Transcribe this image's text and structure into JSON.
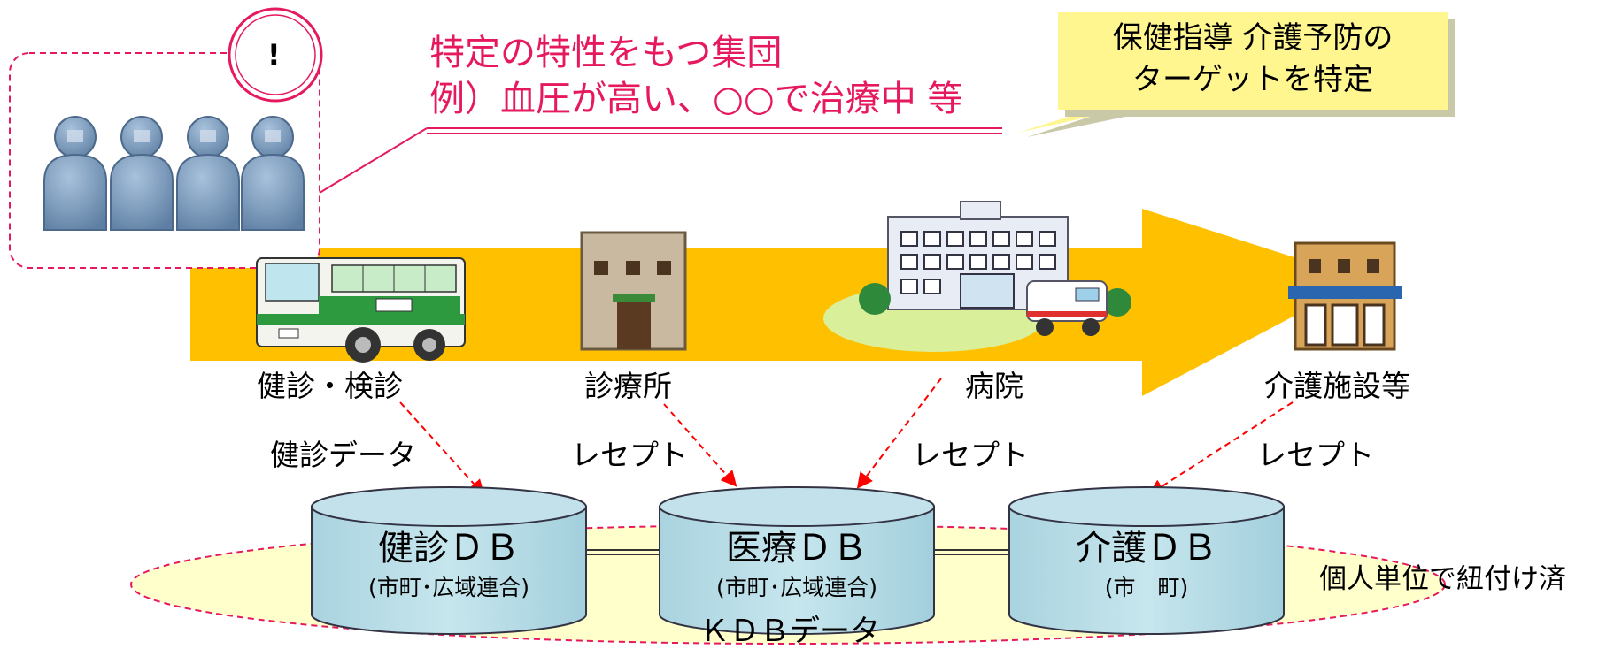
{
  "callout": {
    "exclaim": "!",
    "line1": "特定の特性をもつ集団",
    "line2": "例）血圧が高い、○○で治療中 等"
  },
  "sticky_note": {
    "line1": "保健指導 介護予防の",
    "line2": "ターゲットを特定"
  },
  "facilities": [
    {
      "label": "健診・検診",
      "icon": "health-checkup-bus-icon"
    },
    {
      "label": "診療所",
      "icon": "clinic-building-icon"
    },
    {
      "label": "病院",
      "icon": "hospital-icon"
    },
    {
      "label": "介護施設等",
      "icon": "care-facility-icon"
    }
  ],
  "flows": [
    {
      "label": "健診データ"
    },
    {
      "label": "レセプト"
    },
    {
      "label": "レセプト"
    },
    {
      "label": "レセプト"
    }
  ],
  "databases": [
    {
      "title": "健診ＤＢ",
      "sub": "(市町･広域連合)"
    },
    {
      "title": "医療ＤＢ",
      "sub": "(市町･広域連合)"
    },
    {
      "title": "介護ＤＢ",
      "sub": "(市　町)"
    }
  ],
  "link_note": "個人単位で紐付け済",
  "kdb_label": "ＫＤＢデータ",
  "colors": {
    "arrow": "#ffc000",
    "callout": "#e6195f",
    "database": "#b7dde8",
    "kdb_area": "#ffffcc",
    "flow_arrow": "#ff0000"
  }
}
